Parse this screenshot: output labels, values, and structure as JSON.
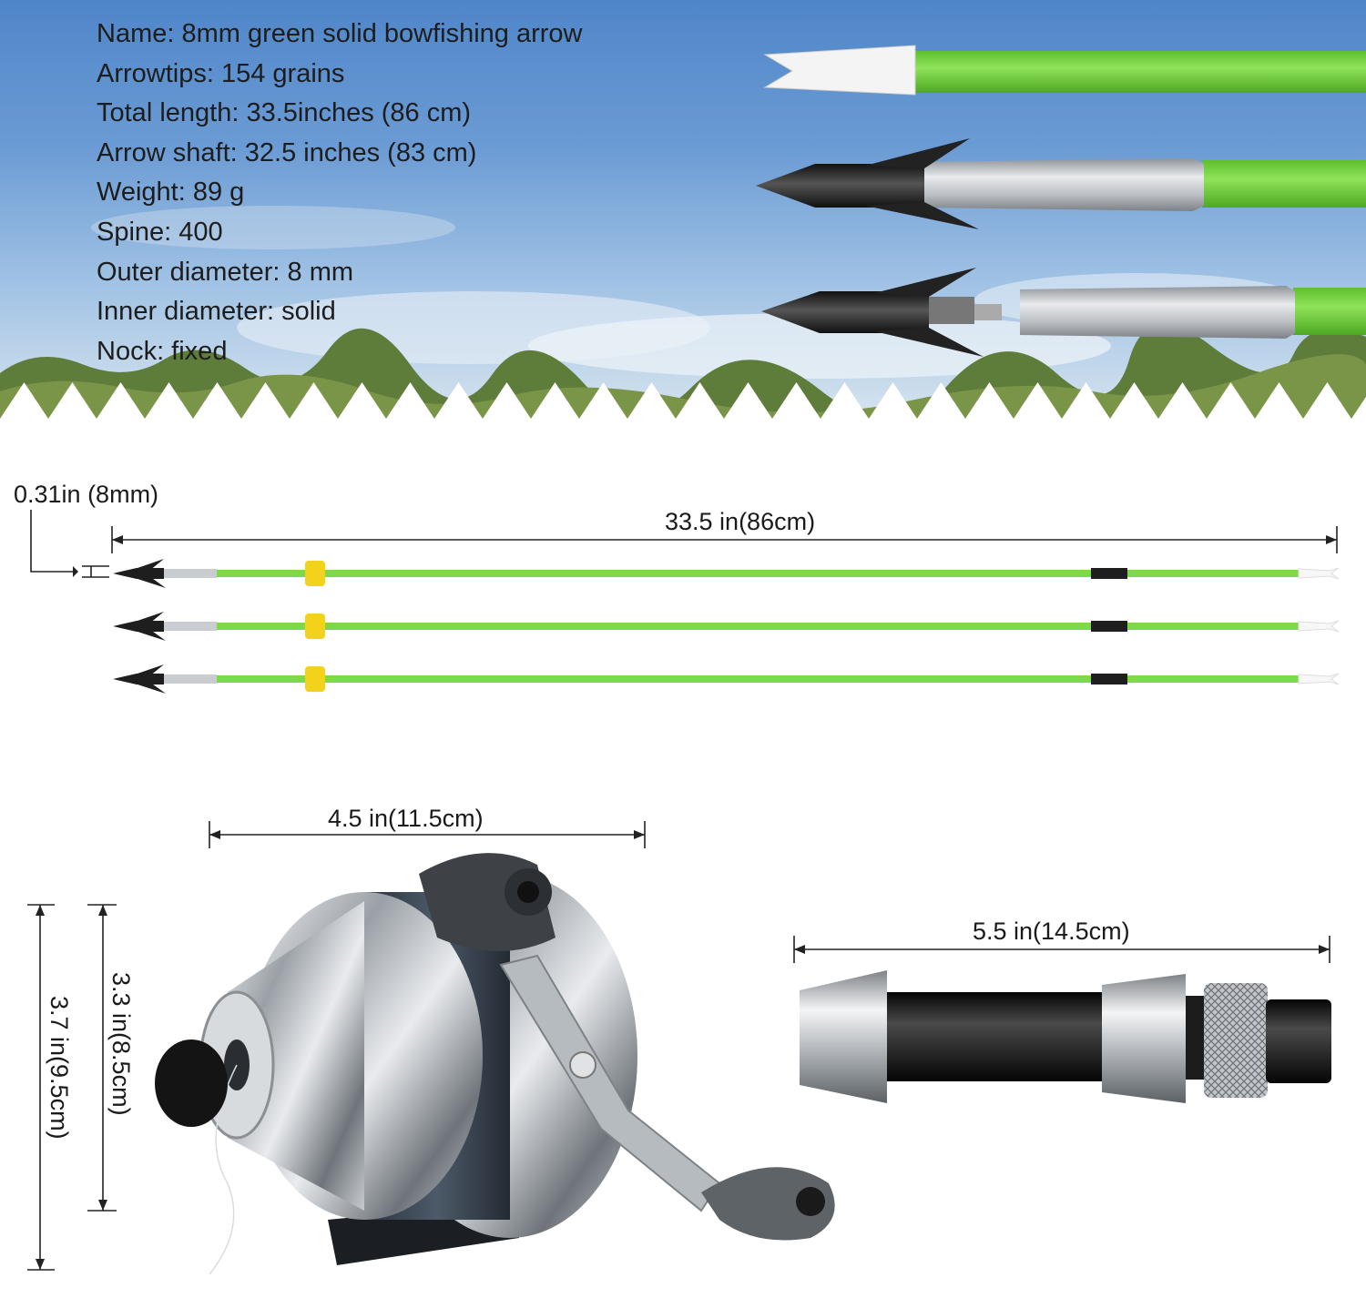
{
  "specs": [
    "Name: 8mm green solid bowfishing arrow",
    "Arrowtips: 154 grains",
    "Total length: 33.5inches (86 cm)",
    "Arrow shaft: 32.5 inches (83 cm)",
    "Weight: 89 g",
    "Spine: 400",
    "Outer diameter: 8 mm",
    "Inner diameter: solid",
    "Nock: fixed"
  ],
  "dimensions": {
    "arrow_diameter": "0.31in (8mm)",
    "arrow_length": "33.5 in(86cm)",
    "reel_width": "4.5 in(11.5cm)",
    "reel_height_inner": "3.3 in(8.5cm)",
    "reel_height_outer": "3.7 in(9.5cm)",
    "rest_length": "5.5 in(14.5cm)"
  },
  "colors": {
    "sky_top": "#4f86c9",
    "shaft_green": "#7dd94a",
    "nock_white": "#f7f7f7",
    "point_black": "#1e1e1e",
    "float_yellow": "#f2d21a",
    "aluminum": "#c9ccd0"
  }
}
